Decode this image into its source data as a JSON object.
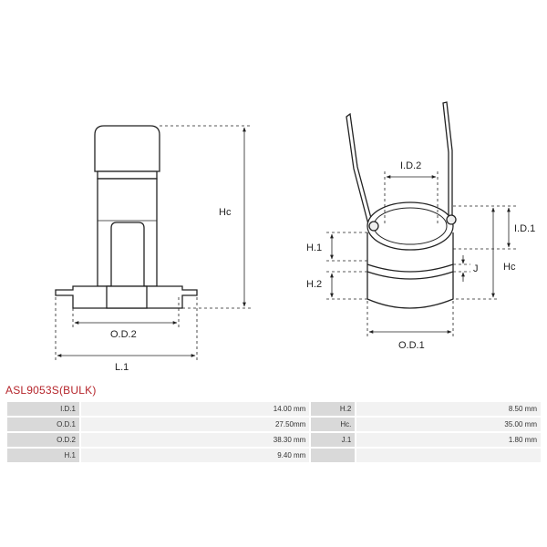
{
  "title": "ASL9053S(BULK)",
  "labels": {
    "hc_left": "Hc",
    "od2": "O.D.2",
    "l1": "L.1",
    "id2": "I.D.2",
    "id1": "I.D.1",
    "h1": "H.1",
    "h2": "H.2",
    "j": "J",
    "hc_right": "Hc",
    "od1": "O.D.1"
  },
  "specs": [
    {
      "label": "I.D.1",
      "value": "14.00 mm",
      "label2": "H.2",
      "value2": "8.50 mm"
    },
    {
      "label": "O.D.1",
      "value_a": "27.50",
      "value_b": "mm",
      "label2": "Hc.",
      "value2": "35.00 mm"
    },
    {
      "label": "O.D.2",
      "value": "38.30 mm",
      "label2": "J.1",
      "value2": "1.80 mm"
    },
    {
      "label": "H.1",
      "value": "9.40 mm",
      "label2": "",
      "value2": ""
    }
  ]
}
